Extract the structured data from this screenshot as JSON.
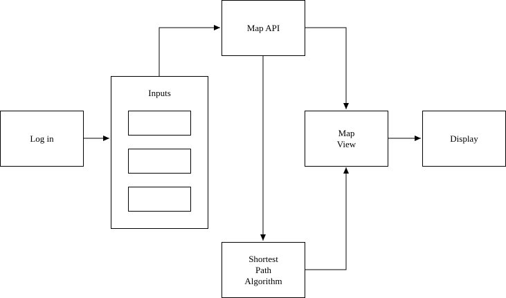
{
  "nodes": {
    "login": {
      "label": "Log in"
    },
    "inputs": {
      "label": "Inputs",
      "field_count": 3
    },
    "map_api": {
      "label": "Map API"
    },
    "map_view": {
      "lines": [
        "Map",
        "View"
      ]
    },
    "display": {
      "label": "Display"
    },
    "shortest_path": {
      "lines": [
        "Shortest",
        "Path",
        "Algorithm"
      ]
    }
  },
  "edges": [
    {
      "from": "login",
      "to": "inputs"
    },
    {
      "from": "inputs",
      "to": "map_api"
    },
    {
      "from": "map_api",
      "to": "map_view"
    },
    {
      "from": "map_api",
      "to": "shortest_path"
    },
    {
      "from": "shortest_path",
      "to": "map_view"
    },
    {
      "from": "map_view",
      "to": "display"
    }
  ],
  "colors": {
    "stroke": "#000000",
    "fill": "#ffffff"
  }
}
